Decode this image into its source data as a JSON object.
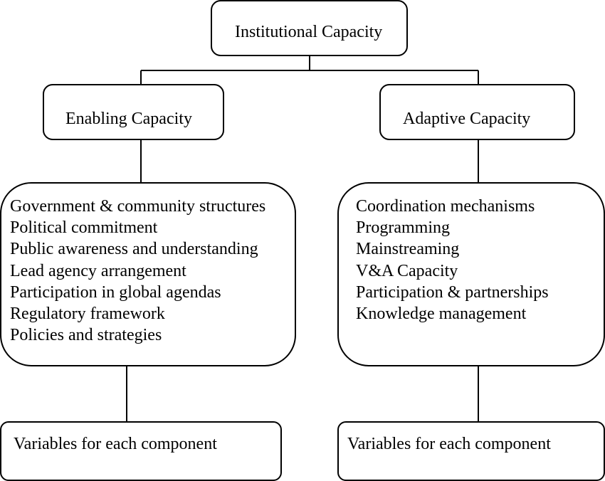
{
  "root": {
    "label": "Institutional Capacity"
  },
  "left_branch": {
    "label": "Enabling Capacity",
    "items": [
      "Government & community structures",
      "Political commitment",
      "Public awareness and understanding",
      "Lead agency arrangement",
      "Participation in global agendas",
      "Regulatory framework",
      "Policies and strategies"
    ],
    "footer": "Variables for each component"
  },
  "right_branch": {
    "label": "Adaptive Capacity",
    "items": [
      "Coordination mechanisms",
      "Programming",
      "Mainstreaming",
      "V&A Capacity",
      "Participation & partnerships",
      "Knowledge management"
    ],
    "footer": "Variables for each component"
  }
}
